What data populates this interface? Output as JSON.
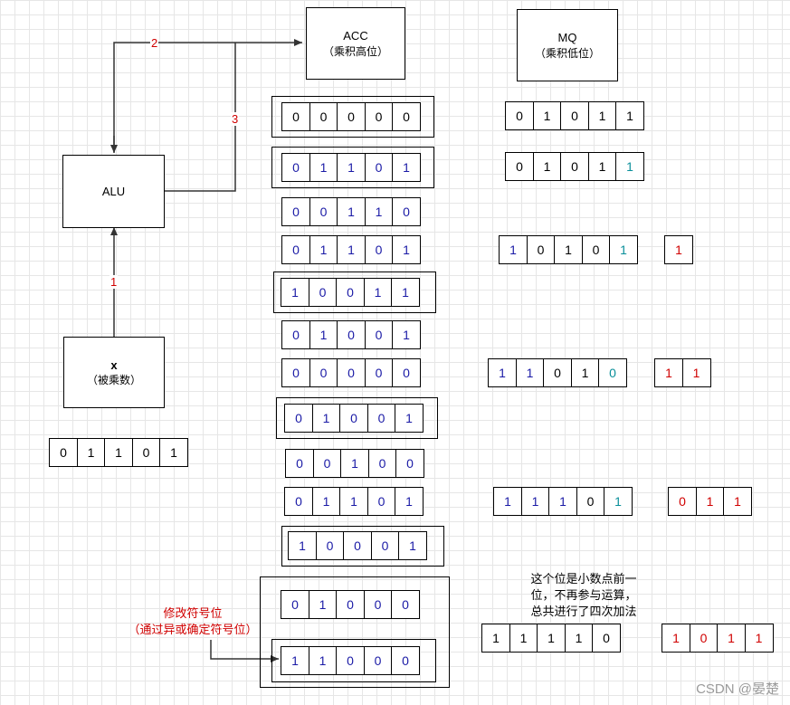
{
  "blocks": {
    "acc": {
      "title": "ACC",
      "subtitle": "（乘积高位）"
    },
    "mq": {
      "title": "MQ",
      "subtitle": "（乘积低位）"
    },
    "alu": {
      "title": "ALU"
    },
    "x": {
      "title": "x",
      "subtitle": "（被乘数）"
    }
  },
  "arrow_labels": {
    "a1": "1",
    "a2": "2",
    "a3": "3"
  },
  "x_register": [
    [
      "0",
      "k"
    ],
    [
      "1",
      "k"
    ],
    [
      "1",
      "k"
    ],
    [
      "0",
      "k"
    ],
    [
      "1",
      "k"
    ]
  ],
  "acc_registers": [
    [
      [
        "0",
        "k"
      ],
      [
        "0",
        "k"
      ],
      [
        "0",
        "k"
      ],
      [
        "0",
        "k"
      ],
      [
        "0",
        "k"
      ]
    ],
    [
      [
        "0",
        "b"
      ],
      [
        "1",
        "b"
      ],
      [
        "1",
        "b"
      ],
      [
        "0",
        "b"
      ],
      [
        "1",
        "b"
      ]
    ],
    [
      [
        "0",
        "b"
      ],
      [
        "0",
        "b"
      ],
      [
        "1",
        "b"
      ],
      [
        "1",
        "b"
      ],
      [
        "0",
        "b"
      ]
    ],
    [
      [
        "0",
        "b"
      ],
      [
        "1",
        "b"
      ],
      [
        "1",
        "b"
      ],
      [
        "0",
        "b"
      ],
      [
        "1",
        "b"
      ]
    ],
    [
      [
        "1",
        "b"
      ],
      [
        "0",
        "b"
      ],
      [
        "0",
        "b"
      ],
      [
        "1",
        "b"
      ],
      [
        "1",
        "b"
      ]
    ],
    [
      [
        "0",
        "b"
      ],
      [
        "1",
        "b"
      ],
      [
        "0",
        "b"
      ],
      [
        "0",
        "b"
      ],
      [
        "1",
        "b"
      ]
    ],
    [
      [
        "0",
        "b"
      ],
      [
        "0",
        "b"
      ],
      [
        "0",
        "b"
      ],
      [
        "0",
        "b"
      ],
      [
        "0",
        "b"
      ]
    ],
    [
      [
        "0",
        "b"
      ],
      [
        "1",
        "b"
      ],
      [
        "0",
        "b"
      ],
      [
        "0",
        "b"
      ],
      [
        "1",
        "b"
      ]
    ],
    [
      [
        "0",
        "b"
      ],
      [
        "0",
        "b"
      ],
      [
        "1",
        "b"
      ],
      [
        "0",
        "b"
      ],
      [
        "0",
        "b"
      ]
    ],
    [
      [
        "0",
        "b"
      ],
      [
        "1",
        "b"
      ],
      [
        "1",
        "b"
      ],
      [
        "0",
        "b"
      ],
      [
        "1",
        "b"
      ]
    ],
    [
      [
        "1",
        "b"
      ],
      [
        "0",
        "b"
      ],
      [
        "0",
        "b"
      ],
      [
        "0",
        "b"
      ],
      [
        "1",
        "b"
      ]
    ],
    [
      [
        "0",
        "b"
      ],
      [
        "1",
        "b"
      ],
      [
        "0",
        "b"
      ],
      [
        "0",
        "b"
      ],
      [
        "0",
        "b"
      ]
    ],
    [
      [
        "1",
        "b"
      ],
      [
        "1",
        "b"
      ],
      [
        "0",
        "b"
      ],
      [
        "0",
        "b"
      ],
      [
        "0",
        "b"
      ]
    ]
  ],
  "mq_registers": [
    [
      [
        "0",
        "k"
      ],
      [
        "1",
        "k"
      ],
      [
        "0",
        "k"
      ],
      [
        "1",
        "k"
      ],
      [
        "1",
        "k"
      ]
    ],
    [
      [
        "0",
        "k"
      ],
      [
        "1",
        "k"
      ],
      [
        "0",
        "k"
      ],
      [
        "1",
        "k"
      ],
      [
        "1",
        "t"
      ]
    ],
    [
      [
        "1",
        "b"
      ],
      [
        "0",
        "k"
      ],
      [
        "1",
        "k"
      ],
      [
        "0",
        "k"
      ],
      [
        "1",
        "t"
      ]
    ],
    [
      [
        "1",
        "b"
      ],
      [
        "1",
        "b"
      ],
      [
        "0",
        "k"
      ],
      [
        "1",
        "k"
      ],
      [
        "0",
        "t"
      ]
    ],
    [
      [
        "1",
        "b"
      ],
      [
        "1",
        "b"
      ],
      [
        "1",
        "b"
      ],
      [
        "0",
        "k"
      ],
      [
        "1",
        "t"
      ]
    ],
    [
      [
        "1",
        "k"
      ],
      [
        "1",
        "k"
      ],
      [
        "1",
        "k"
      ],
      [
        "1",
        "k"
      ],
      [
        "0",
        "k"
      ]
    ]
  ],
  "shifted_out": [
    [
      [
        "1",
        "r"
      ]
    ],
    [
      [
        "1",
        "r"
      ],
      [
        "1",
        "r"
      ]
    ],
    [
      [
        "0",
        "r"
      ],
      [
        "1",
        "r"
      ],
      [
        "1",
        "r"
      ]
    ],
    [
      [
        "1",
        "r"
      ],
      [
        "0",
        "r"
      ],
      [
        "1",
        "r"
      ],
      [
        "1",
        "r"
      ]
    ]
  ],
  "note_text": {
    "line1": "这个位是小数点前一",
    "line2": "位，不再参与运算，",
    "line3": "总共进行了四次加法"
  },
  "annotation": {
    "line1": "修改符号位",
    "line2": "（通过异或确定符号位）"
  },
  "watermark": "CSDN @晏楚",
  "colors": {
    "k": "#000000",
    "b": "#1a1aa6",
    "r": "#d00000",
    "t": "#0a8f9a"
  }
}
